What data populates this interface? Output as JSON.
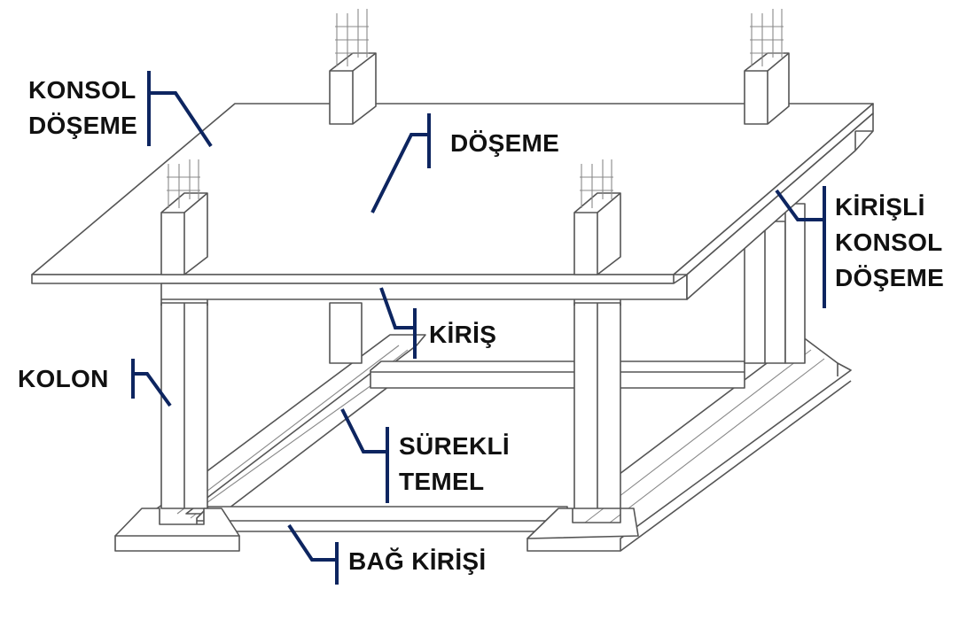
{
  "diagram": {
    "subject": "Reinforced concrete frame structure elements",
    "callout_color": "#0d2560",
    "labels": {
      "konsol_doseme": [
        "KONSOL",
        "DÖŞEME"
      ],
      "doseme": [
        "DÖŞEME"
      ],
      "kirisli_konsol_doseme": [
        "KİRİŞLİ",
        "KONSOL",
        "DÖŞEME"
      ],
      "kiris": [
        "KİRİŞ"
      ],
      "kolon": [
        "KOLON"
      ],
      "surekli_temel": [
        "SÜREKLİ",
        "TEMEL"
      ],
      "bag_kirisi": [
        "BAĞ KİRİŞİ"
      ]
    }
  }
}
